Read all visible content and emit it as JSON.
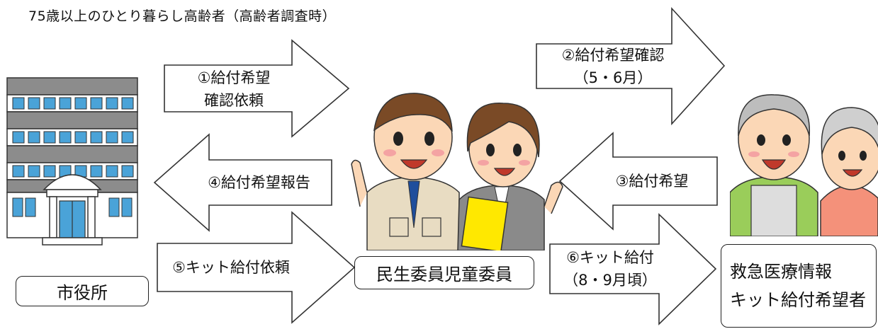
{
  "title": "75歳以上のひとり暮らし高齢者（高齢者調査時）",
  "actors": {
    "city_hall": "市役所",
    "welfare_commissioner": "民生委員児童委員",
    "recipient_line1": "救急医療情報",
    "recipient_line2": "キット給付希望者"
  },
  "steps": {
    "s1_line1": "①給付希望",
    "s1_line2": "確認依頼",
    "s2_line1": "②給付希望確認",
    "s2_line2": "（5・6月）",
    "s3": "③給付希望",
    "s4": "④給付希望報告",
    "s5": "⑤キット給付依頼",
    "s6_line1": "⑥キット給付",
    "s6_line2": "（8・9月頃）"
  },
  "colors": {
    "arrow_stroke": "#333333",
    "building_gray": "#8c8c8c",
    "building_window": "#4aa3d8",
    "skin": "#fbd7b6",
    "folder_yellow": "#ffe800"
  }
}
